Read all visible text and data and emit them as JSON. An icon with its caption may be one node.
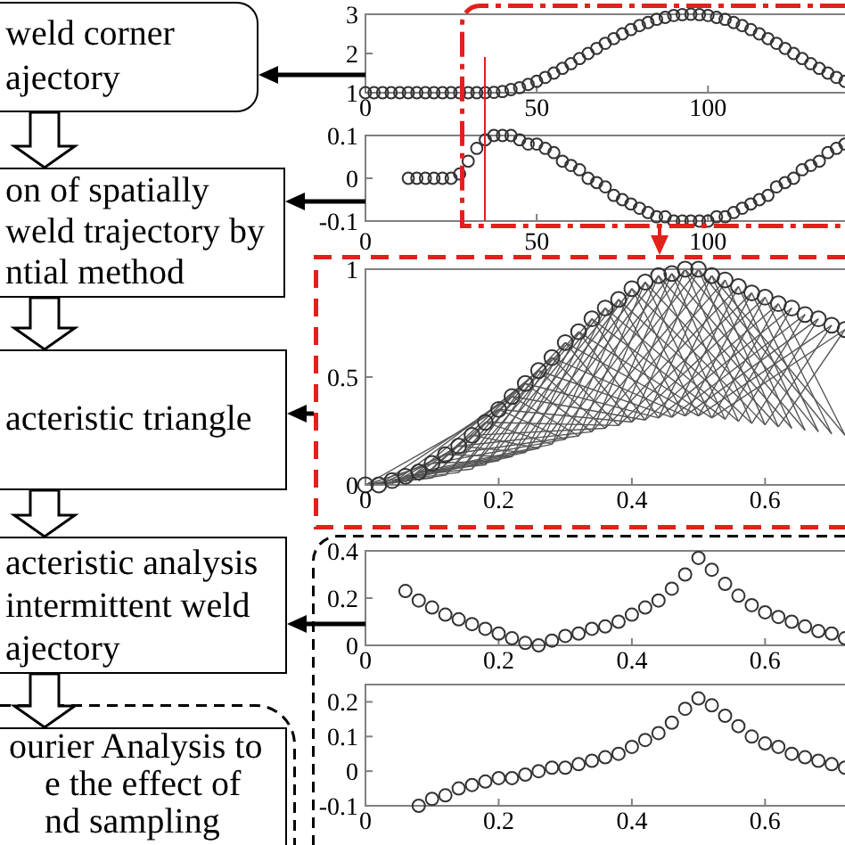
{
  "diagram": {
    "nodes": [
      {
        "text": [
          "weld corner ajectory"
        ]
      },
      {
        "text": [
          "on of spatially weld trajectory by ntial method"
        ]
      },
      {
        "text": [
          "acteristic triangle"
        ]
      },
      {
        "text": [
          "acteristic analysis intermittent weld ajectory"
        ]
      },
      {
        "text": [],
        "shape": "box"
      },
      {
        "text": [
          "ourier Analysis to e the effect of nd sampling"
        ],
        "in": 4
      },
      {
        "text": [],
        "shape": "chart"
      },
      {
        "text": [],
        "shape": "chart"
      },
      {
        "text": [],
        "shape": "box"
      },
      {
        "text": [],
        "shape": "box"
      },
      {
        "text": [],
        "shape": "box"
      },
      {
        "text": [],
        "shape": "chart",
        "in": 10
      }
    ],
    "edges": [
      {
        "from": 0,
        "to": 1,
        "arrow": "to",
        "style": "thick"
      },
      {
        "from": 1,
        "to": 2,
        "arrow": "to",
        "style": "thick"
      },
      {
        "from": 2,
        "to": 3,
        "arrow": "to",
        "style": "thick"
      },
      {
        "from": 3,
        "to": 5,
        "arrow": "to",
        "style": "thick"
      },
      {
        "from": 6,
        "to": 0,
        "arrow": "to"
      },
      {
        "from": 7,
        "to": 1,
        "arrow": "to"
      },
      {
        "from": 9,
        "to": 2,
        "arrow": "to"
      },
      {
        "from": 11,
        "to": 3,
        "arrow": "to"
      },
      {
        "from": 8,
        "to": 9,
        "arrow": "to",
        "color": "#e3201b"
      }
    ],
    "chart_data": [
      {
        "type": "scatter",
        "x": [
          0,
          2.5,
          5,
          7.5,
          10,
          12.5,
          15,
          17.5,
          20,
          22.5,
          25,
          27.5,
          30,
          32.5,
          35,
          37.5,
          40,
          42.5,
          45,
          47.5,
          50,
          52.5,
          55,
          57.5,
          60,
          62.5,
          65,
          67.5,
          70,
          72.5,
          75,
          77.5,
          80,
          82.5,
          85,
          87.5,
          90,
          92.5,
          95,
          97.5,
          100,
          102.5,
          105,
          107.5,
          110,
          112.5,
          115,
          117.5,
          120,
          122.5,
          125,
          127.5,
          130,
          132.5,
          135,
          137.5,
          140
        ],
        "series": [
          {
            "color": "#333333",
            "values": [
              1,
              1,
              1,
              1,
              1,
              1,
              1,
              1,
              1,
              1,
              1,
              1,
              1,
              1,
              1,
              1.01,
              1.03,
              1.08,
              1.13,
              1.21,
              1.29,
              1.39,
              1.5,
              1.62,
              1.74,
              1.87,
              2,
              2.13,
              2.26,
              2.38,
              2.5,
              2.61,
              2.71,
              2.79,
              2.87,
              2.92,
              2.97,
              2.99,
              3,
              2.99,
              2.97,
              2.92,
              2.87,
              2.79,
              2.71,
              2.61,
              2.5,
              2.38,
              2.26,
              2.13,
              2,
              1.87,
              1.74,
              1.62,
              1.5,
              1.39,
              1.29
            ]
          }
        ],
        "xlim": [
          0,
          140
        ],
        "ylim": [
          1,
          3
        ],
        "xticks": [
          0,
          50,
          100
        ],
        "yticks": [
          1,
          2,
          3
        ]
      },
      {
        "type": "scatter",
        "x": [
          12.5,
          15,
          17.5,
          20,
          22.5,
          25,
          27.5,
          30,
          32.5,
          35,
          37.5,
          40,
          42.5,
          45,
          47.5,
          50,
          52.5,
          55,
          57.5,
          60,
          62.5,
          65,
          67.5,
          70,
          72.5,
          75,
          77.5,
          80,
          82.5,
          85,
          87.5,
          90,
          92.5,
          95,
          97.5,
          100,
          102.5,
          105,
          107.5,
          110,
          112.5,
          115,
          117.5,
          120,
          122.5,
          125,
          127.5,
          130,
          132.5,
          135,
          137.5,
          140
        ],
        "series": [
          {
            "color": "#333333",
            "values": [
              0,
              0,
              0,
              0,
              0,
              0,
              0.01,
              0.04,
              0.07,
              0.09,
              0.1,
              0.1,
              0.1,
              0.09,
              0.08,
              0.08,
              0.07,
              0.06,
              0.04,
              0.03,
              0.02,
              0,
              -0.01,
              -0.02,
              -0.04,
              -0.05,
              -0.06,
              -0.07,
              -0.08,
              -0.09,
              -0.09,
              -0.1,
              -0.1,
              -0.1,
              -0.1,
              -0.1,
              -0.09,
              -0.09,
              -0.08,
              -0.07,
              -0.06,
              -0.05,
              -0.04,
              -0.02,
              -0.01,
              0,
              0.02,
              0.03,
              0.04,
              0.06,
              0.07,
              0.08
            ]
          }
        ],
        "xlim": [
          0,
          140
        ],
        "ylim": [
          -0.1,
          0.1
        ],
        "xticks": [
          0,
          50,
          100
        ],
        "yticks": [
          -0.1,
          0,
          0.1
        ]
      },
      {
        "type": "scatter",
        "x": [
          0,
          0.02,
          0.04,
          0.06,
          0.08,
          0.1,
          0.12,
          0.14,
          0.16,
          0.18,
          0.2,
          0.22,
          0.24,
          0.26,
          0.28,
          0.3,
          0.32,
          0.34,
          0.36,
          0.38,
          0.4,
          0.42,
          0.44,
          0.46,
          0.48,
          0.5,
          0.52,
          0.54,
          0.56,
          0.58,
          0.6,
          0.62,
          0.64,
          0.66,
          0.68,
          0.7,
          0.72
        ],
        "series": [
          {
            "color": "#333333",
            "values": [
              0,
              0,
              0.02,
              0.04,
              0.06,
              0.1,
              0.14,
              0.18,
              0.23,
              0.29,
              0.35,
              0.41,
              0.47,
              0.53,
              0.59,
              0.66,
              0.71,
              0.77,
              0.82,
              0.86,
              0.91,
              0.94,
              0.97,
              0.98,
              1,
              1,
              0.97,
              0.95,
              0.92,
              0.89,
              0.87,
              0.84,
              0.82,
              0.79,
              0.77,
              0.74,
              0.72
            ]
          }
        ],
        "xlim": [
          0,
          0.72
        ],
        "ylim": [
          0,
          1
        ],
        "xticks": [
          0,
          0.2,
          0.4,
          0.6
        ],
        "yticks": [
          0,
          0.5,
          1
        ]
      },
      {
        "type": "scatter",
        "x": [
          0.06,
          0.08,
          0.1,
          0.12,
          0.14,
          0.16,
          0.18,
          0.2,
          0.22,
          0.24,
          0.26,
          0.28,
          0.3,
          0.32,
          0.34,
          0.36,
          0.38,
          0.4,
          0.42,
          0.44,
          0.46,
          0.48,
          0.5,
          0.52,
          0.54,
          0.56,
          0.58,
          0.6,
          0.62,
          0.64,
          0.66,
          0.68,
          0.7,
          0.72
        ],
        "series": [
          {
            "color": "#333333",
            "values": [
              0.23,
              0.19,
              0.16,
              0.13,
              0.11,
              0.09,
              0.07,
              0.05,
              0.03,
              0.01,
              0,
              0.02,
              0.04,
              0.05,
              0.07,
              0.08,
              0.1,
              0.13,
              0.16,
              0.19,
              0.24,
              0.3,
              0.37,
              0.32,
              0.26,
              0.21,
              0.17,
              0.14,
              0.12,
              0.1,
              0.08,
              0.06,
              0.05,
              0.03
            ]
          }
        ],
        "xlim": [
          0,
          0.72
        ],
        "ylim": [
          0,
          0.4
        ],
        "xticks": [
          0,
          0.2,
          0.4,
          0.6
        ],
        "yticks": [
          0,
          0.2,
          0.4
        ]
      },
      {
        "type": "scatter",
        "x": [
          0.08,
          0.1,
          0.12,
          0.14,
          0.16,
          0.18,
          0.2,
          0.22,
          0.24,
          0.26,
          0.28,
          0.3,
          0.32,
          0.34,
          0.36,
          0.38,
          0.4,
          0.42,
          0.44,
          0.46,
          0.48,
          0.5,
          0.52,
          0.54,
          0.56,
          0.58,
          0.6,
          0.62,
          0.64,
          0.66,
          0.68,
          0.7,
          0.72
        ],
        "series": [
          {
            "color": "#333333",
            "values": [
              -0.1,
              -0.08,
              -0.07,
              -0.05,
              -0.04,
              -0.03,
              -0.02,
              -0.02,
              -0.01,
              0,
              0.01,
              0.01,
              0.02,
              0.03,
              0.04,
              0.05,
              0.07,
              0.09,
              0.11,
              0.14,
              0.18,
              0.21,
              0.19,
              0.16,
              0.13,
              0.1,
              0.08,
              0.07,
              0.05,
              0.04,
              0.03,
              0.02,
              0.01
            ]
          }
        ],
        "xlim": [
          0,
          0.72
        ],
        "ylim": [
          -0.1,
          0.25
        ],
        "xticks": [
          0,
          0.2,
          0.4,
          0.6
        ],
        "yticks": [
          -0.1,
          0,
          0.1,
          0.2
        ]
      }
    ]
  }
}
